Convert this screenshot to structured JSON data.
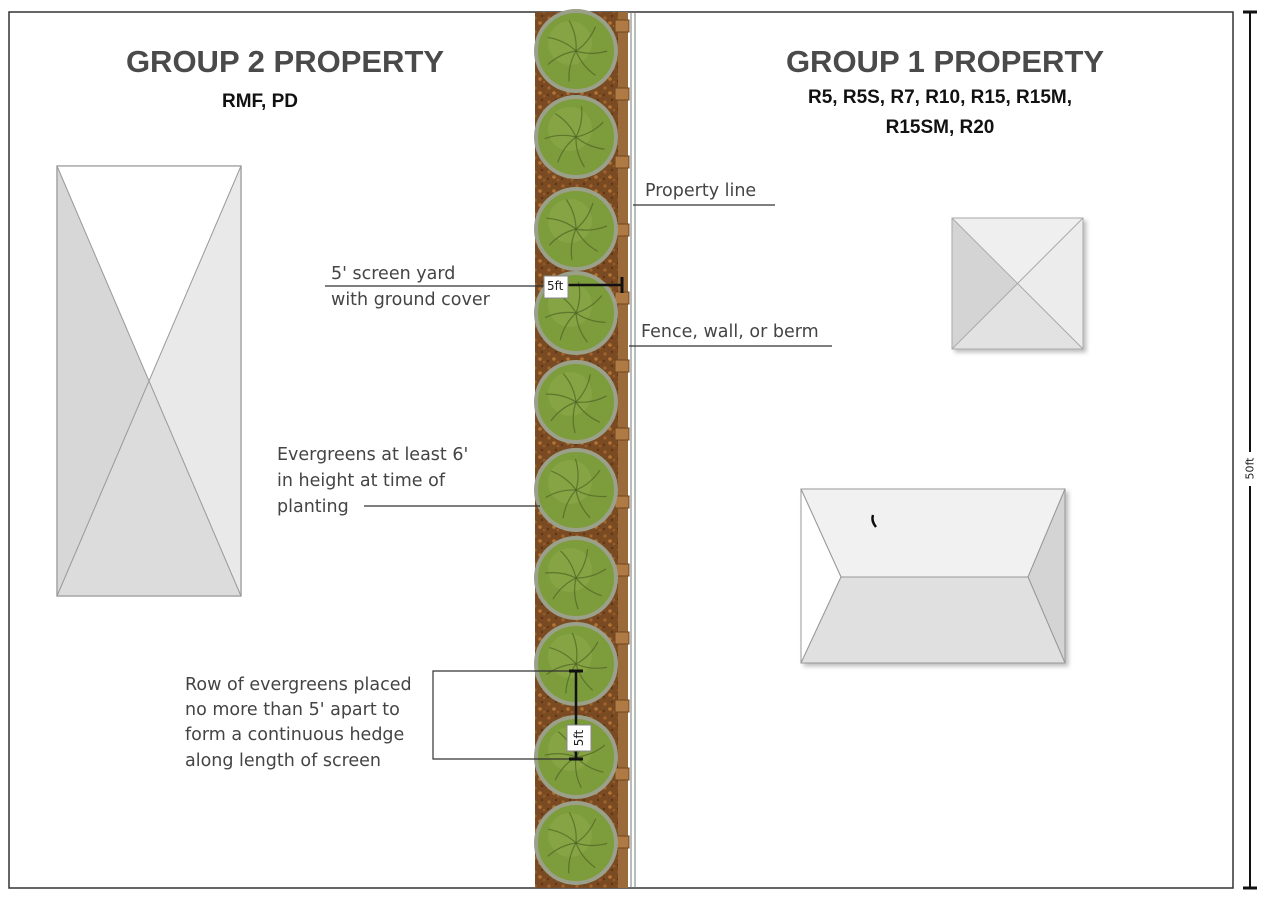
{
  "group2": {
    "title": "GROUP 2 PROPERTY",
    "zoning": "RMF, PD"
  },
  "group1": {
    "title": "GROUP 1 PROPERTY",
    "zoning_line1": "R5, R5S, R7, R10, R15, R15M,",
    "zoning_line2": "R15SM, R20"
  },
  "labels": {
    "property_line": "Property line",
    "screen_yard_line1": "5' screen yard",
    "screen_yard_line2": "with ground cover",
    "fence": "Fence, wall, or berm",
    "evergreens_line1": "Evergreens at least 6'",
    "evergreens_line2": "in height at time of",
    "evergreens_line3": "planting",
    "row_line1": "Row of evergreens placed",
    "row_line2": "no more than 5' apart to",
    "row_line3": "form a continuous hedge",
    "row_line4": "along length of screen"
  },
  "dimensions": {
    "yard_width": "5ft",
    "tree_spacing": "5ft",
    "side_length": "50ft"
  },
  "colors": {
    "tree_fill": "#7d9c3c",
    "tree_outline": "#9aa08a",
    "mulch": "#7a4a22",
    "fence": "#9b6a3a",
    "roof_light": "#f0f0f0",
    "roof_dark": "#d9d9d9"
  }
}
